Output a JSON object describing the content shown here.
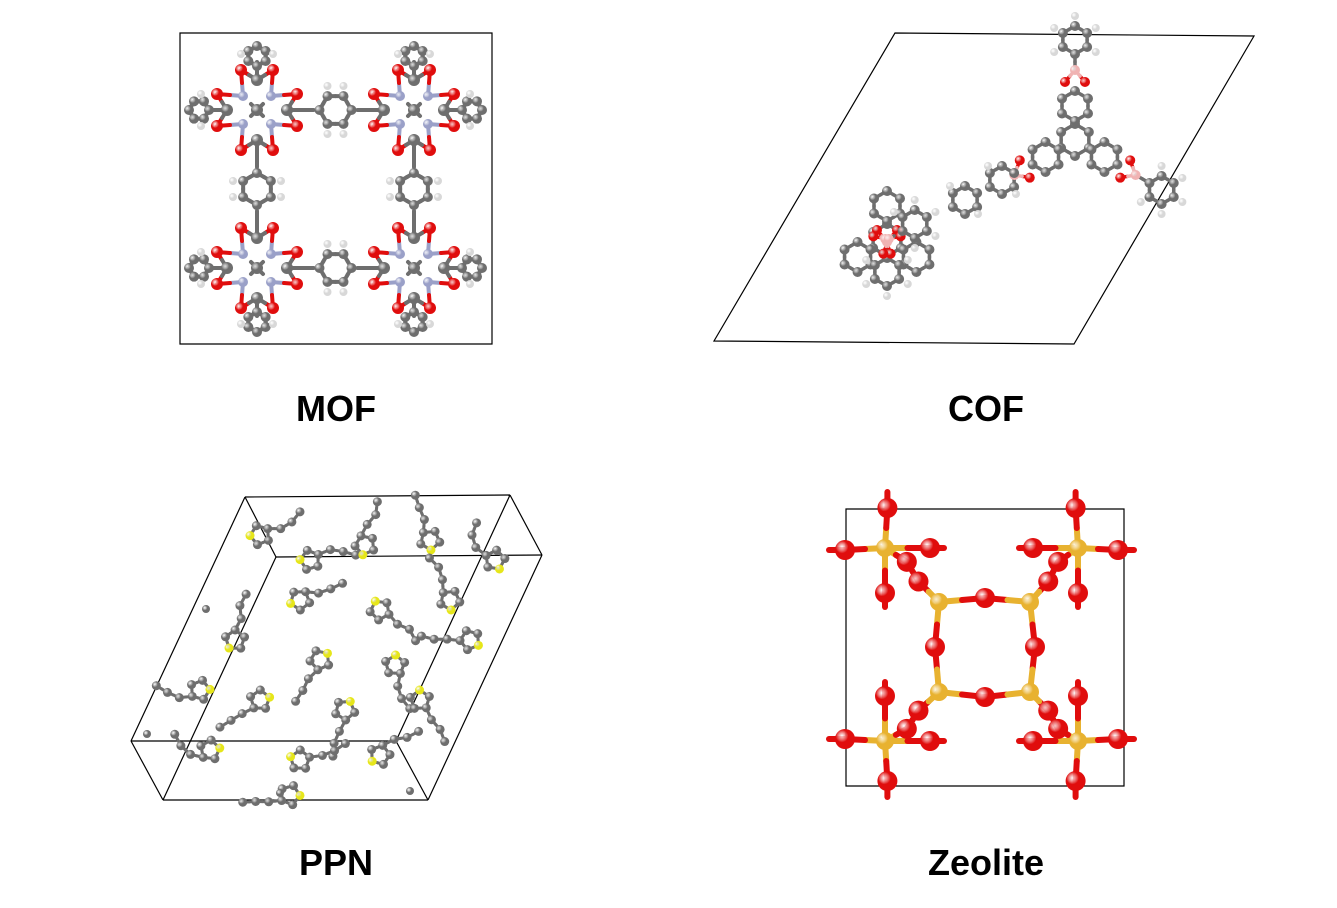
{
  "panels": [
    {
      "id": "mof",
      "label": "MOF"
    },
    {
      "id": "cof",
      "label": "COF"
    },
    {
      "id": "ppn",
      "label": "PPN"
    },
    {
      "id": "zeolite",
      "label": "Zeolite"
    }
  ],
  "colors": {
    "carbon": "#6e6e6e",
    "oxygen": "#e00d0d",
    "hydrogen": "#f0f0f0",
    "metal": "#9aa0c8",
    "boron": "#f0b3b3",
    "sulfur": "#e6e61a",
    "silicon": "#e8b230",
    "cell": "#000000"
  }
}
